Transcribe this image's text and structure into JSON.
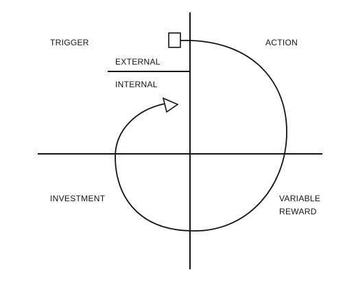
{
  "quadrants": {
    "trigger": "TRIGGER",
    "action": "ACTION",
    "investment": "INVESTMENT",
    "reward_line1": "VARIABLE",
    "reward_line2": "REWARD"
  },
  "trigger_types": {
    "external": "EXTERNAL",
    "internal": "INTERNAL"
  },
  "colors": {
    "ink": "#111111",
    "background": "#ffffff"
  }
}
